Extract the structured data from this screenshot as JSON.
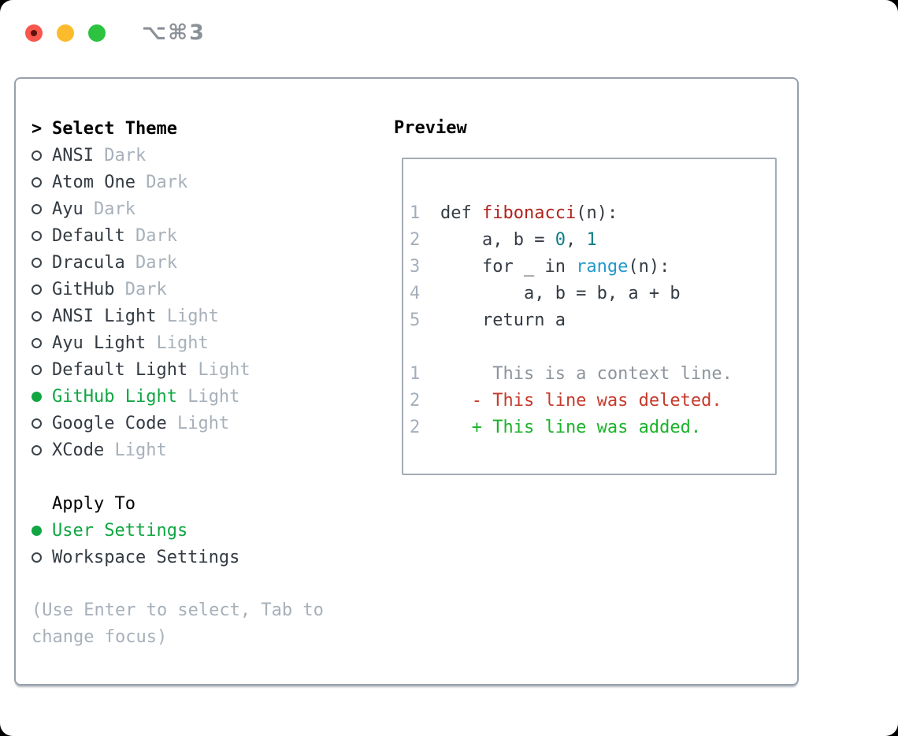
{
  "window": {
    "title": "⌥⌘3",
    "traffic_lights": [
      "close",
      "minimize",
      "zoom"
    ]
  },
  "theme_list": {
    "prompt": ">",
    "header": "Select Theme",
    "items": [
      {
        "name": "ANSI",
        "variant": "Dark",
        "selected": false
      },
      {
        "name": "Atom One",
        "variant": "Dark",
        "selected": false
      },
      {
        "name": "Ayu",
        "variant": "Dark",
        "selected": false
      },
      {
        "name": "Default",
        "variant": "Dark",
        "selected": false
      },
      {
        "name": "Dracula",
        "variant": "Dark",
        "selected": false
      },
      {
        "name": "GitHub",
        "variant": "Dark",
        "selected": false
      },
      {
        "name": "ANSI Light",
        "variant": "Light",
        "selected": false
      },
      {
        "name": "Ayu Light",
        "variant": "Light",
        "selected": false
      },
      {
        "name": "Default Light",
        "variant": "Light",
        "selected": false
      },
      {
        "name": "GitHub Light",
        "variant": "Light",
        "selected": true
      },
      {
        "name": "Google Code",
        "variant": "Light",
        "selected": false
      },
      {
        "name": "XCode",
        "variant": "Light",
        "selected": false
      }
    ]
  },
  "apply_to": {
    "header": "Apply To",
    "items": [
      {
        "label": "User Settings",
        "selected": true
      },
      {
        "label": "Workspace Settings",
        "selected": false
      }
    ]
  },
  "help_text": "(Use Enter to select, Tab to change focus)",
  "preview": {
    "header": "Preview",
    "blocks": [
      [
        {
          "num": "1",
          "tokens": [
            {
              "t": "def ",
              "c": "plain"
            },
            {
              "t": "fibonacci",
              "c": "func"
            },
            {
              "t": "(n):",
              "c": "plain"
            }
          ]
        },
        {
          "num": "2",
          "tokens": [
            {
              "t": "    a, b = ",
              "c": "plain"
            },
            {
              "t": "0",
              "c": "num"
            },
            {
              "t": ", ",
              "c": "plain"
            },
            {
              "t": "1",
              "c": "num"
            }
          ]
        },
        {
          "num": "3",
          "tokens": [
            {
              "t": "    for _ in ",
              "c": "plain"
            },
            {
              "t": "range",
              "c": "builtin"
            },
            {
              "t": "(n):",
              "c": "plain"
            }
          ]
        },
        {
          "num": "4",
          "tokens": [
            {
              "t": "        a, b = b, a + b",
              "c": "plain"
            }
          ]
        },
        {
          "num": "5",
          "tokens": [
            {
              "t": "    return a",
              "c": "plain"
            }
          ]
        }
      ],
      [
        {
          "num": "1",
          "tokens": [
            {
              "t": "     This is a context line.",
              "c": "context"
            }
          ]
        },
        {
          "num": "2",
          "tokens": [
            {
              "t": "   - This line was deleted.",
              "c": "deleted"
            }
          ]
        },
        {
          "num": "2",
          "tokens": [
            {
              "t": "   + This line was added.",
              "c": "added"
            }
          ]
        }
      ]
    ]
  },
  "colors": {
    "text_dark": "#343b43",
    "muted": "#a7b0ba",
    "green": "#10a642",
    "diff_add": "#1bb32a",
    "diff_del": "#c53a2b",
    "func_red": "#b0231d",
    "builtin_blue": "#2499cc",
    "num_teal": "#107e86",
    "linenum": "#a4aebb",
    "context_gray": "#8d949c",
    "border_panel": "#97a1ac",
    "border_box": "#a3abb5",
    "title_gray": "#8b9198",
    "light_red": "#f9564d",
    "light_red_dot": "#5d120c",
    "light_yellow": "#fcbb2d",
    "light_green": "#2dc240",
    "ring": "#3d444b"
  }
}
